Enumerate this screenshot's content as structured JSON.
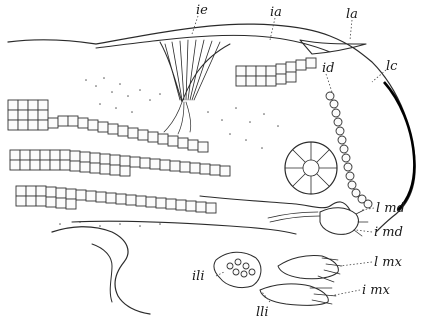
{
  "figure": {
    "labels": {
      "ie": "ie",
      "ia": "ia",
      "la": "la",
      "lc": "lc",
      "id": "id",
      "lmd": "l md",
      "imd": "i md",
      "lmx": "l mx",
      "imx": "i mx",
      "ili": "ili",
      "lli": "lli"
    }
  }
}
